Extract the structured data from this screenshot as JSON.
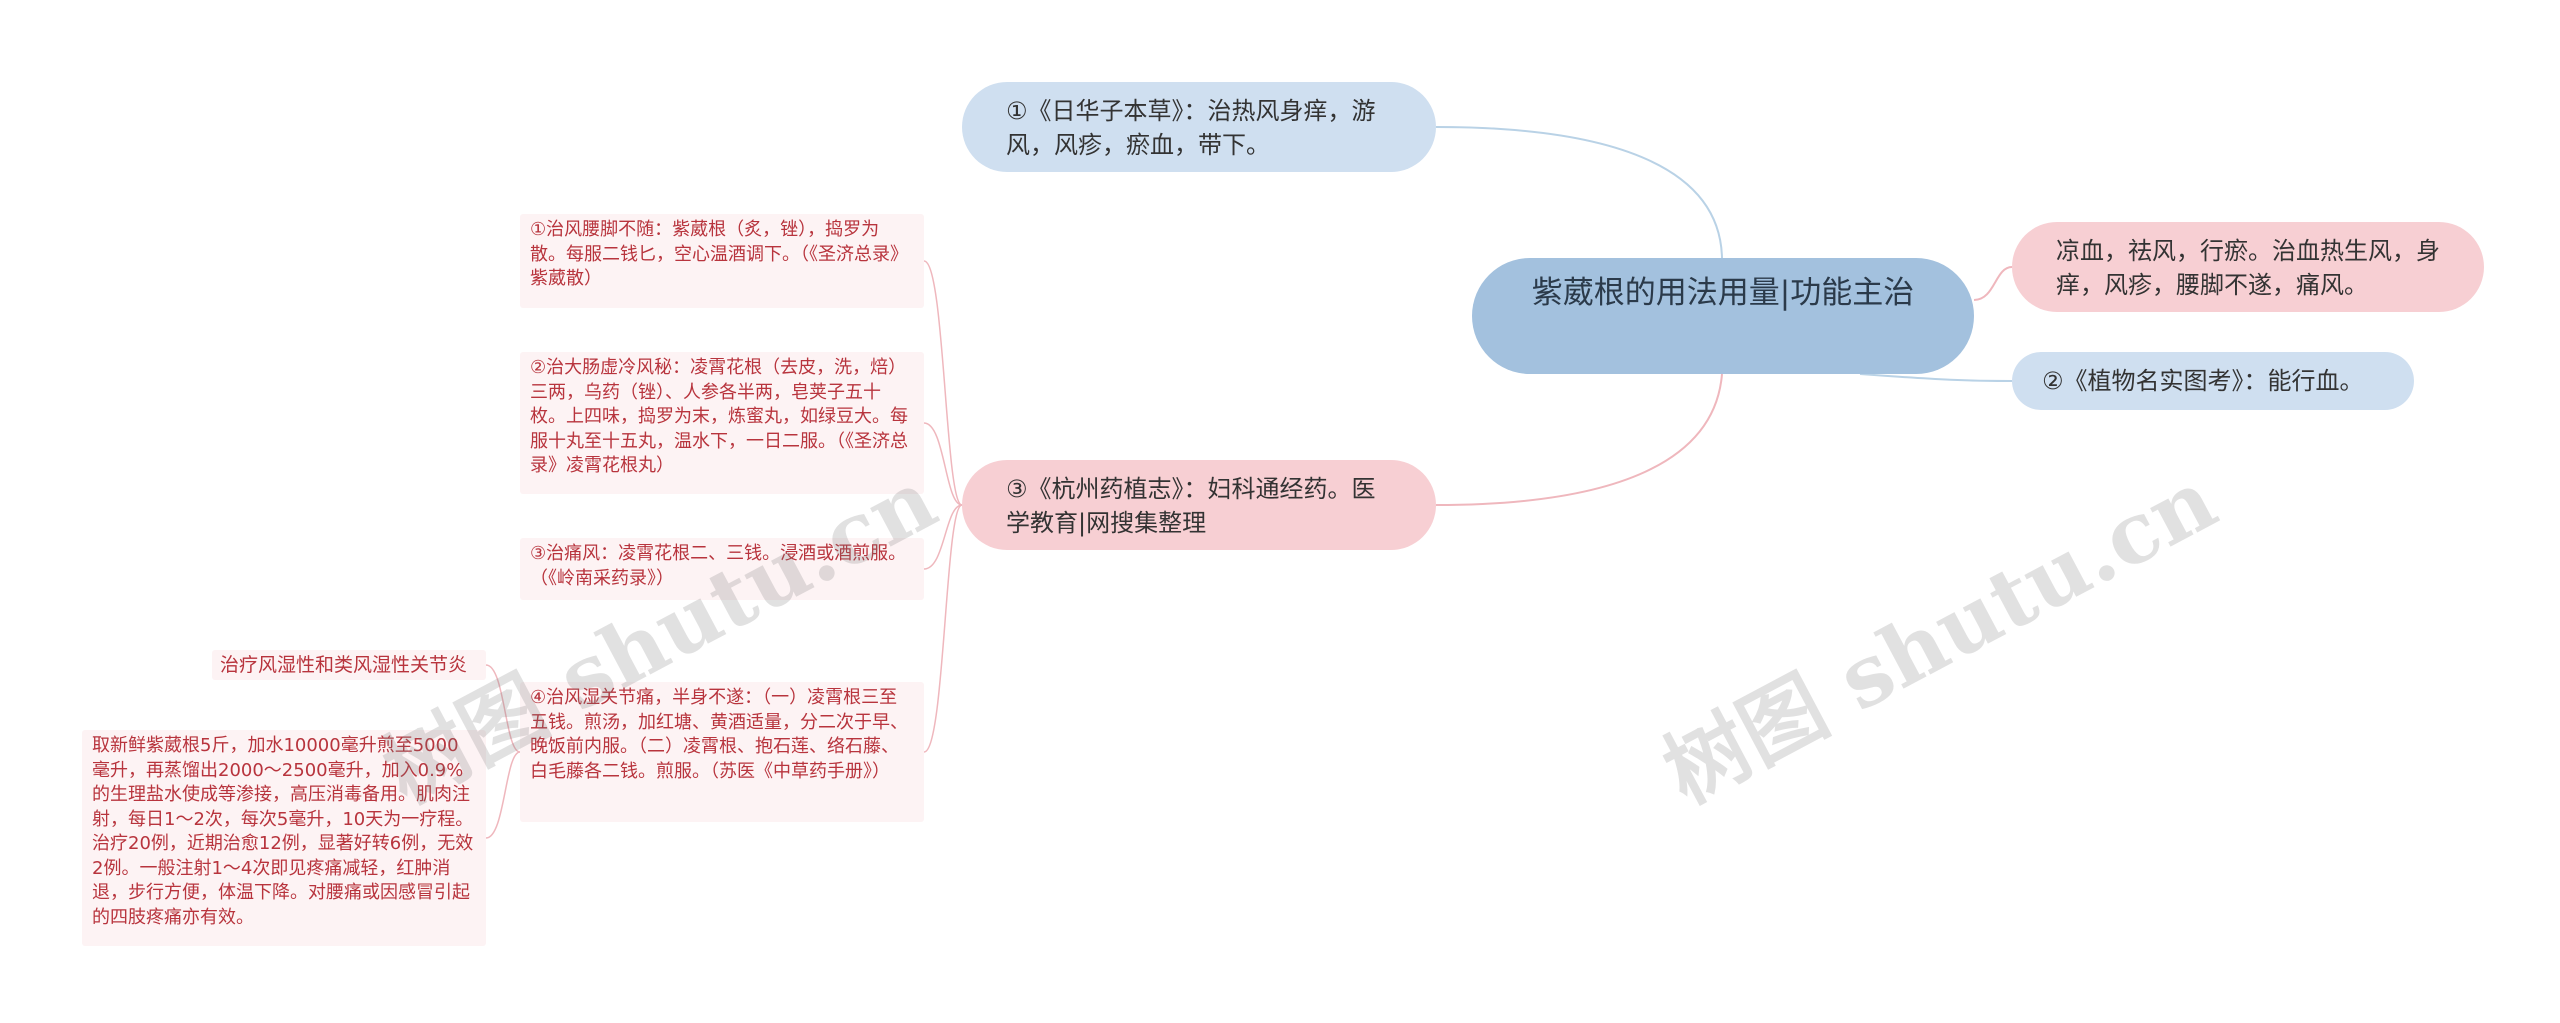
{
  "root": {
    "title": "紫葳根的用法用量|功能主治"
  },
  "branches": {
    "rihuazi": "①《日华子本草》：治热风身痒，游风，风疹，瘀血，带下。",
    "liangxue": "凉血，祛风，行瘀。治血热生风，身痒，风疹，腰脚不遂，痛风。",
    "zhiwu": "②《植物名实图考》：能行血。",
    "hangzhou": "③《杭州药植志》：妇科通经药。医学教育|网搜集整理"
  },
  "leaves": {
    "leaf1": "①治风腰脚不随：紫葳根（炙，锉），捣罗为散。每服二钱匕，空心温酒调下。（《圣济总录》紫葳散）",
    "leaf2": "②治大肠虚冷风秘：凌霄花根（去皮，洗，焙）三两，乌药（锉）、人参各半两，皂荚子五十枚。上四味，捣罗为末，炼蜜丸，如绿豆大。每服十丸至十五丸，温水下，一日二服。（《圣济总录》凌霄花根丸）",
    "leaf3": "③治痛风：凌霄花根二、三钱。浸酒或酒煎服。（《岭南采药录》）",
    "leaf4": "④治风湿关节痛，半身不遂：（一）凌霄根三至五钱。煎汤，加红塘、黄酒适量，分二次于早、晚饭前内服。（二）凌霄根、抱石莲、络石藤、白毛藤各二钱。煎服。（苏医《中草药手册》）",
    "leaf5": "治疗风湿性和类风湿性关节炎",
    "leaf6": "取新鲜紫葳根5斤，加水10000毫升煎至5000毫升，再蒸馏出2000～2500毫升，加入0.9%的生理盐水使成等渗接，高压消毒备用。肌肉注射，每日1～2次，每次5毫升，10天为一疗程。治疗20例，近期治愈12例，显著好转6例，无效2例。一般注射1～4次即见疼痛减轻，红肿消退，步行方便，体温下降。对腰痛或因感冒引起的四肢疼痛亦有效。"
  },
  "watermark": {
    "text": "树图 shutu.cn"
  },
  "colors": {
    "root_fill": "#a3c1de",
    "blue_fill": "#cfdff0",
    "pink_fill": "#f7cfd3",
    "leaf_text": "#b8343d",
    "blue_line": "#b9d2e6",
    "pink_line": "#efb7bd"
  }
}
